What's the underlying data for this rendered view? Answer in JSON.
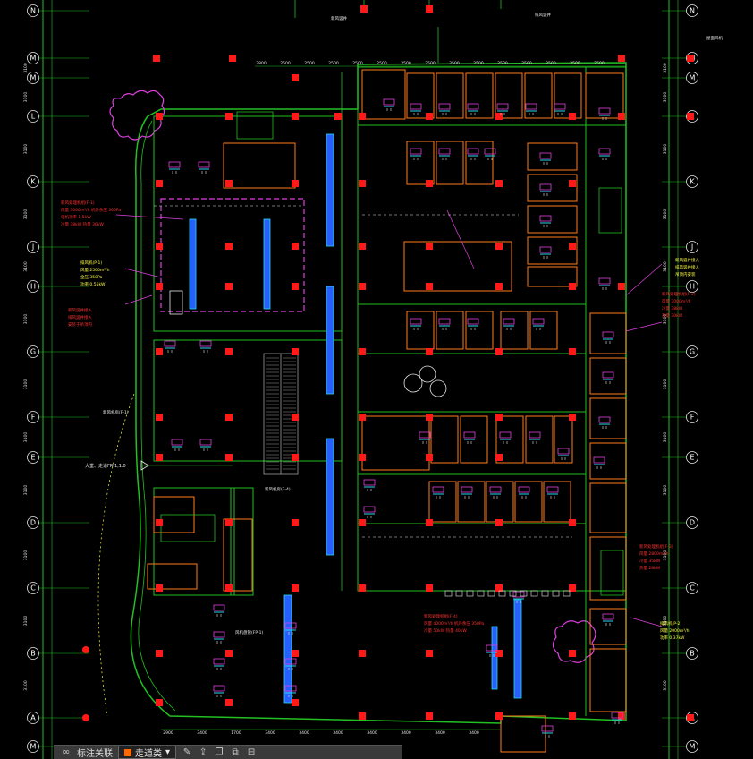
{
  "grid": {
    "rows": [
      "N",
      "M",
      "M",
      "L",
      "K",
      "J",
      "H",
      "G",
      "F",
      "E",
      "D",
      "C",
      "B",
      "A",
      "M"
    ],
    "left_dims": [
      "3100",
      "3100",
      "3100",
      "3100",
      "3100",
      "3100",
      "3100",
      "3100",
      "3100",
      "3100",
      "3100",
      "3100"
    ]
  },
  "top_dims": [
    "2800",
    "2500",
    "2500",
    "2500",
    "2500",
    "2500",
    "2500",
    "2500",
    "2500",
    "2500",
    "2500",
    "2500",
    "2500",
    "2500",
    "2500"
  ],
  "bottom_dims": [
    "2900",
    "3400",
    "1700",
    "3400",
    "3400",
    "3400",
    "3400",
    "3400",
    "3400",
    "3400"
  ],
  "notes": {
    "left_red_block": [
      "新风处理机组(F-1)",
      "风量 3000m³/h 机外余压 300Pa",
      "电机功率 1.5kW",
      "冷量 38kW 热量 30kW"
    ],
    "left_yellow_block": [
      "排风机(P-1)",
      "风量 2500m³/h",
      "全压 350Pa",
      "功率 0.55kW"
    ],
    "left_yellow_block2": [
      "新风竖井接入",
      "排风竖井接入",
      "安装于吊顶内"
    ],
    "mid_left_label": "新风机房(F-1)",
    "lobby_label": "大堂、走道FR-1,1.0",
    "right_red_block": [
      "新风处理机组(F-2)",
      "风量 3000m³/h",
      "冷量 38kW",
      "热量 30kW"
    ],
    "right_yellow_block": [
      "新风竖井接入",
      "排风竖井接入",
      "吊顶内安装"
    ],
    "right_red_block2": [
      "新风处理机组(F-3)",
      "风量 2800m³/h",
      "冷量 35kW",
      "热量 28kW"
    ],
    "right_yellow_block2": [
      "排风机(P-2)",
      "风量 2000m³/h",
      "功率 0.37kW"
    ],
    "center_red_block": [
      "新风处理机组(F-4)",
      "风量 4000m³/h 机外余压 350Pa",
      "冷量 50kW 热量 40kW"
    ],
    "center_label1": "新风机房(F-4)",
    "center_label2": "风机盘管(FP-1)",
    "top_label1": "新风竖井",
    "top_label2": "排风竖井",
    "top_right_note": "屋面风机"
  },
  "toolbar": {
    "item1": "标注关联",
    "layer": "走道类"
  },
  "colors": {
    "green": "#22c022",
    "orange": "#ff7a1a",
    "magenta": "#e040e0",
    "cyan": "#28d8f0",
    "blue": "#2860ff",
    "red": "#ff2020",
    "white": "#e8e8e8",
    "yellow": "#ffff30"
  }
}
